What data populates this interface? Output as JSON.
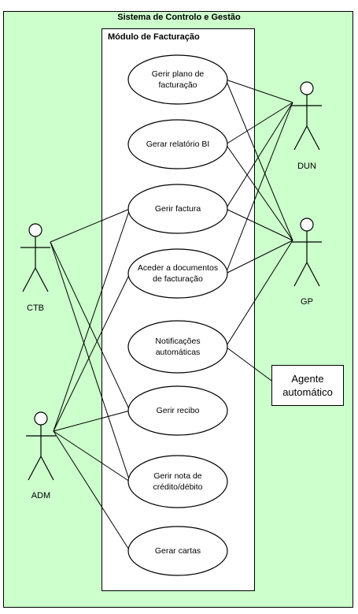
{
  "system": {
    "title": "Sistema de Controlo e Gestão"
  },
  "module": {
    "title": "Módulo de Facturação"
  },
  "use_cases": [
    {
      "id": "gerir-plano",
      "lines": [
        "Gerir plano de",
        "facturação"
      ]
    },
    {
      "id": "gerar-relatorio",
      "lines": [
        "Gerar relatório BI"
      ]
    },
    {
      "id": "gerir-factura",
      "lines": [
        "Gerir factura"
      ]
    },
    {
      "id": "aceder-documentos",
      "lines": [
        "Aceder a documentos",
        "de facturação"
      ]
    },
    {
      "id": "notificacoes",
      "lines": [
        "Notificações",
        "automáticas"
      ]
    },
    {
      "id": "gerir-recibo",
      "lines": [
        "Gerir recibo"
      ]
    },
    {
      "id": "gerir-nota",
      "lines": [
        "Gerir nota de",
        "crédito/débito"
      ]
    },
    {
      "id": "gerar-cartas",
      "lines": [
        "Gerar cartas"
      ]
    }
  ],
  "actors": [
    {
      "id": "ctb",
      "label": "CTB"
    },
    {
      "id": "adm",
      "label": "ADM"
    },
    {
      "id": "dun",
      "label": "DUN"
    },
    {
      "id": "gp",
      "label": "GP"
    }
  ],
  "external_agent": {
    "label": "Agente automático"
  },
  "associations": [
    [
      "ctb",
      "gerir-factura"
    ],
    [
      "ctb",
      "gerir-recibo"
    ],
    [
      "ctb",
      "gerir-nota"
    ],
    [
      "adm",
      "gerir-factura"
    ],
    [
      "adm",
      "aceder-documentos"
    ],
    [
      "adm",
      "gerir-recibo"
    ],
    [
      "adm",
      "gerir-nota"
    ],
    [
      "adm",
      "gerar-cartas"
    ],
    [
      "dun",
      "gerir-plano"
    ],
    [
      "dun",
      "gerar-relatorio"
    ],
    [
      "dun",
      "gerir-factura"
    ],
    [
      "dun",
      "aceder-documentos"
    ],
    [
      "gp",
      "gerir-plano"
    ],
    [
      "gp",
      "gerar-relatorio"
    ],
    [
      "gp",
      "gerir-factura"
    ],
    [
      "gp",
      "aceder-documentos"
    ],
    [
      "gp",
      "notificacoes"
    ],
    [
      "agente",
      "notificacoes"
    ]
  ]
}
